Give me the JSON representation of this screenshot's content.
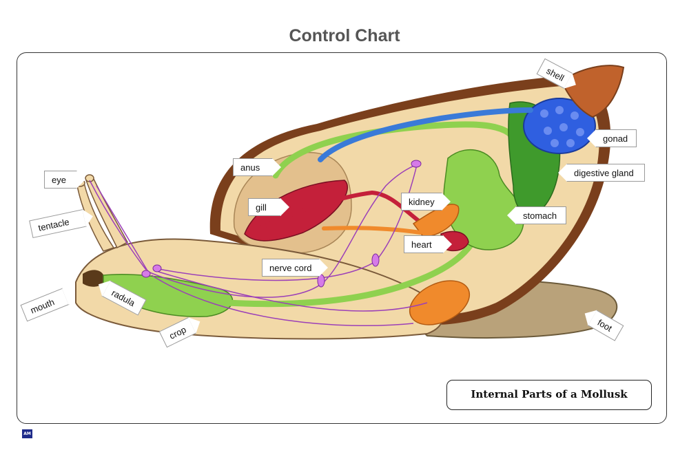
{
  "title": "Control Chart",
  "caption": "Internal Parts of a Mollusk",
  "logo_text": "AM",
  "labels": {
    "eye": "eye",
    "tentacle": "tentacle",
    "mouth": "mouth",
    "radula": "radula",
    "crop": "crop",
    "anus": "anus",
    "gill": "gill",
    "nerve_cord": "nerve cord",
    "kidney": "kidney",
    "heart": "heart",
    "stomach": "stomach",
    "digestive_gland": "digestive gland",
    "gonad": "gonad",
    "shell": "shell",
    "foot": "foot"
  },
  "colors": {
    "body": "#f2d9a8",
    "shell_outline": "#7a3f1c",
    "mantle_cavity": "#e9c99a",
    "gill": "#c4203a",
    "digestive_tract": "#8fd14f",
    "digestive_gland": "#3f9a2c",
    "gonad": "#2f5fe0",
    "kidney": "#f08a2c",
    "heart": "#c4203a",
    "nerves": "#9b3fb8",
    "blood_vessel": "#3a7ad8",
    "foot": "#b9a27a"
  }
}
